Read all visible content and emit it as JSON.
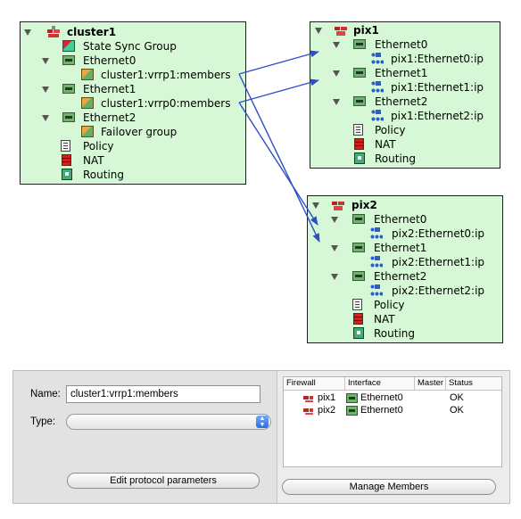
{
  "cluster_tree": {
    "root": "cluster1",
    "items": {
      "state_sync": "State Sync Group",
      "eth0": "Ethernet0",
      "eth0_member": "cluster1:vrrp1:members",
      "eth1": "Ethernet1",
      "eth1_member": "cluster1:vrrp0:members",
      "eth2": "Ethernet2",
      "eth2_member": "Failover group",
      "policy": "Policy",
      "nat": "NAT",
      "routing": "Routing"
    }
  },
  "pix1_tree": {
    "root": "pix1",
    "items": {
      "eth0": "Ethernet0",
      "eth0_ip": "pix1:Ethernet0:ip",
      "eth1": "Ethernet1",
      "eth1_ip": "pix1:Ethernet1:ip",
      "eth2": "Ethernet2",
      "eth2_ip": "pix1:Ethernet2:ip",
      "policy": "Policy",
      "nat": "NAT",
      "routing": "Routing"
    }
  },
  "pix2_tree": {
    "root": "pix2",
    "items": {
      "eth0": "Ethernet0",
      "eth0_ip": "pix2:Ethernet0:ip",
      "eth1": "Ethernet1",
      "eth1_ip": "pix2:Ethernet1:ip",
      "eth2": "Ethernet2",
      "eth2_ip": "pix2:Ethernet2:ip",
      "policy": "Policy",
      "nat": "NAT",
      "routing": "Routing"
    }
  },
  "dialog": {
    "name_label": "Name:",
    "name_value": "cluster1:vrrp1:members",
    "type_label": "Type:",
    "type_value": "",
    "edit_button": "Edit protocol parameters",
    "manage_button": "Manage Members",
    "table": {
      "headers": [
        "Firewall",
        "Interface",
        "Master",
        "Status"
      ],
      "rows": [
        {
          "firewall": "pix1",
          "interface": "Ethernet0",
          "master": "",
          "status": "OK"
        },
        {
          "firewall": "pix2",
          "interface": "Ethernet0",
          "master": "",
          "status": "OK"
        }
      ]
    }
  },
  "colors": {
    "panel_bg": "#d6f8d6",
    "arrow": "#2c4fc4",
    "status_ok": "#000000"
  }
}
